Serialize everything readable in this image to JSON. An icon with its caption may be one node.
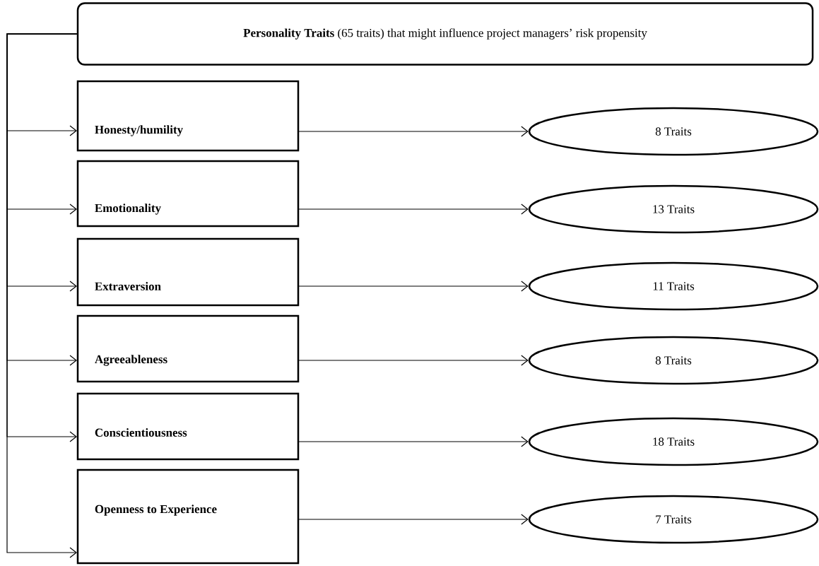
{
  "diagram": {
    "nodes": [
      {
        "text": [
          "**Personality Traits** (65 traits) that might influence project managers’ risk propensity"
        ]
      },
      {
        "text": [
          "Honesty/humility"
        ]
      },
      {
        "text": [
          "Emotionality"
        ]
      },
      {
        "text": [
          "Extraversion"
        ]
      },
      {
        "text": [
          "Agreeableness"
        ]
      },
      {
        "text": [
          "Conscientiousness"
        ]
      },
      {
        "text": [
          "Openness to Experience"
        ]
      },
      {
        "text": [
          "8 Traits"
        ]
      },
      {
        "text": [
          "13 Traits"
        ]
      },
      {
        "text": [
          "11 Traits"
        ]
      },
      {
        "text": [
          "8 Traits"
        ]
      },
      {
        "text": [
          "18 Traits"
        ]
      },
      {
        "text": [
          "7 Traits"
        ]
      }
    ],
    "edges": [
      {
        "from": 0,
        "to": 1,
        "arrow": "to"
      },
      {
        "from": 0,
        "to": 2,
        "arrow": "to"
      },
      {
        "from": 0,
        "to": 3,
        "arrow": "to"
      },
      {
        "from": 0,
        "to": 4,
        "arrow": "to"
      },
      {
        "from": 0,
        "to": 5,
        "arrow": "to"
      },
      {
        "from": 0,
        "to": 6,
        "arrow": "to"
      },
      {
        "from": 1,
        "to": 7,
        "arrow": "to"
      },
      {
        "from": 2,
        "to": 8,
        "arrow": "to"
      },
      {
        "from": 3,
        "to": 9,
        "arrow": "to"
      },
      {
        "from": 4,
        "to": 10,
        "arrow": "to"
      },
      {
        "from": 5,
        "to": 11,
        "arrow": "to"
      },
      {
        "from": 6,
        "to": 12,
        "arrow": "to"
      }
    ]
  }
}
